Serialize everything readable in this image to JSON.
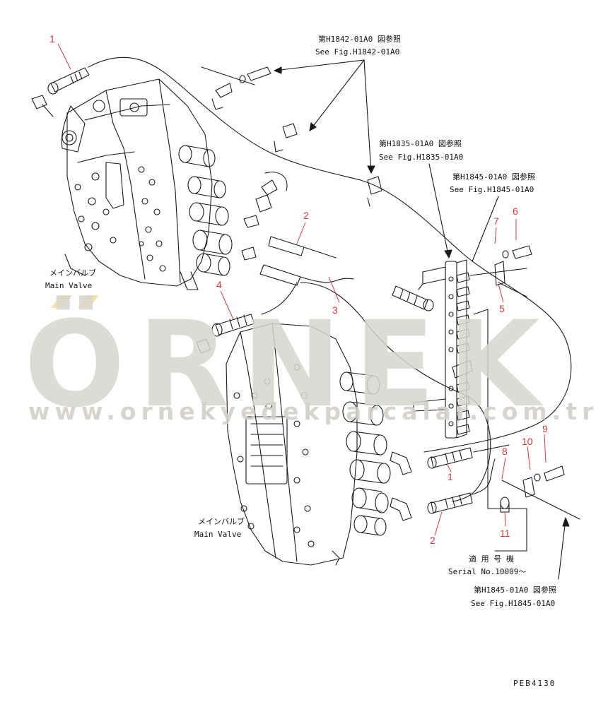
{
  "refs": {
    "h1842_jp": "第H1842-01A0 図参照",
    "h1842_en": "See Fig.H1842-01A0",
    "h1835_jp": "第H1835-01A0 図参照",
    "h1835_en": "See Fig.H1835-01A0",
    "h1845_top_jp": "第H1845-01A0 図参照",
    "h1845_top_en": "See Fig.H1845-01A0",
    "h1845_bot_jp": "第H1845-01A0 図参照",
    "h1845_bot_en": "See Fig.H1845-01A0"
  },
  "labels": {
    "main_valve_upper_jp": "メインバルブ",
    "main_valve_upper_en": "Main Valve",
    "main_valve_lower_jp": "メインバルブ",
    "main_valve_lower_en": "Main Valve",
    "serial_jp": "適 用 号 機",
    "serial_en": "Serial No.10009～",
    "figure_code": "PEB4130"
  },
  "callouts": {
    "c1_top": "1",
    "c2_top": "2",
    "c3": "3",
    "c4": "4",
    "c5": "5",
    "c6": "6",
    "c7": "7",
    "c8": "8",
    "c9": "9",
    "c10": "10",
    "c11": "11",
    "c1_bottom": "1",
    "c2_bottom": "2"
  },
  "watermark": {
    "brand": "ÖRNEK",
    "url": "www.ornekyedekparcalar.com.tr"
  },
  "colors": {
    "line": "#1a1a1a",
    "callout": "#d23c3c",
    "watermark": "#d8d5d0",
    "watermark_accent": "#f4e3a6"
  }
}
